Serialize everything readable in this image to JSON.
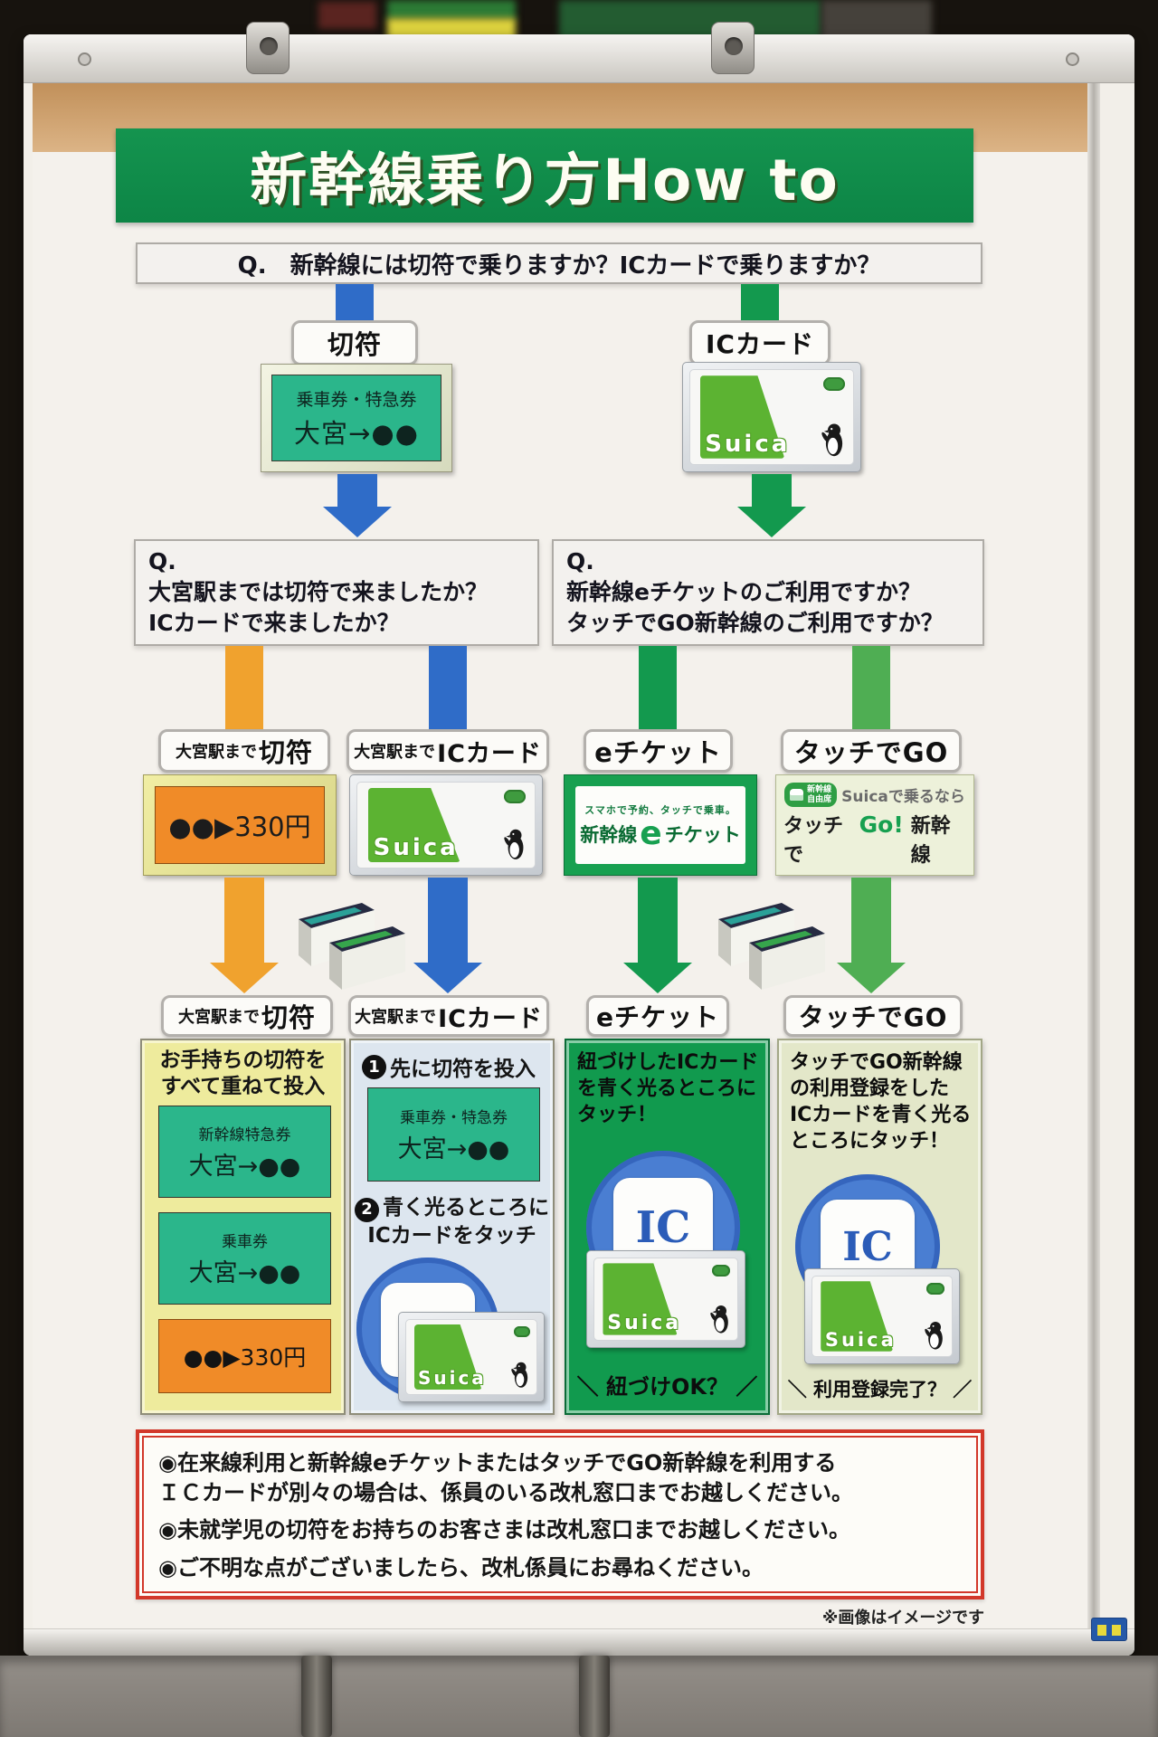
{
  "poster": {
    "title": "新幹線乗り方How to",
    "q1": "Q.　新幹線には切符で乗りますか？ICカードで乗りますか？",
    "branch_ticket": {
      "label": "切符"
    },
    "branch_ic": {
      "label": "ICカード"
    },
    "ticket_card": {
      "type": "乗車券・特急券",
      "route": "大宮→●●"
    },
    "suica": {
      "brand": "Suica"
    },
    "q2_left": {
      "prefix": "Q.",
      "line1": "大宮駅までは切符で来ましたか？",
      "line2": "ICカードで来ましたか？"
    },
    "q2_right": {
      "prefix": "Q.",
      "line1": "新幹線eチケットのご利用ですか？",
      "line2": "タッチでGO新幹線のご利用ですか？"
    },
    "branch_labels": {
      "omiya_ticket": {
        "prefix": "大宮駅まで",
        "main": "切符"
      },
      "omiya_ic": {
        "prefix": "大宮駅まで",
        "main": "ICカード"
      },
      "eticket": "eチケット",
      "touchgo": "タッチでGO"
    },
    "fare_ticket": "●●▶330円",
    "eticket_card": {
      "tagline": "スマホで予約、タッチで乗車。",
      "brand_pre": "新幹線",
      "brand_e": "e",
      "brand_post": "チケット"
    },
    "touchgo_card": {
      "badge_line1": "新幹線",
      "badge_line2": "自由席",
      "line1": "Suicaで乗るなら",
      "line2_pre": "タッチで",
      "line2_go": "Go!",
      "line2_post": "新幹線"
    },
    "result_ticket": {
      "heading1": "お手持ちの切符を",
      "heading2": "すべて重ねて投入",
      "ticket1": {
        "type": "新幹線特急券",
        "route": "大宮→●●"
      },
      "ticket2": {
        "type": "乗車券",
        "route": "大宮→●●"
      },
      "fare": "●●▶330円"
    },
    "result_ic": {
      "step1_num": "1",
      "step1": "先に切符を投入",
      "ticket": {
        "type": "乗車券・特急券",
        "route": "大宮→●●"
      },
      "step2_num": "2",
      "step2a": "青く光るところに",
      "step2b": "ICカードをタッチ"
    },
    "result_eticket": {
      "line1": "紐づけしたICカード",
      "line2": "を青く光るところに",
      "line3": "タッチ！",
      "confirm": "＼ 紐づけOK？ ／"
    },
    "result_touchgo": {
      "line1": "タッチでGO新幹線",
      "line2": "の利用登録をした",
      "line3": "ICカードを青く光る",
      "line4": "ところにタッチ！",
      "confirm": "＼ 利用登録完了？ ／"
    },
    "ic_pad_label": "IC",
    "notice": {
      "item1_line1": "◉在来線利用と新幹線eチケットまたはタッチでGO新幹線を利用する",
      "item1_line2": "ＩＣカードが別々の場合は、係員のいる改札窓口までお越しください。",
      "item2": "◉未就学児の切符をお持ちのお客さまは改札窓口までお越しください。",
      "item3": "◉ご不明な点がございましたら、改札係員にお尋ねください。"
    },
    "footnote": "※画像はイメージです"
  },
  "colors": {
    "header_green": "#0f9150",
    "arrow_blue": "#2f6cc8",
    "arrow_green": "#13994e",
    "arrow_light_green": "#4fae53",
    "arrow_orange": "#f0a22e",
    "ticket_teal": "#2bb68b",
    "fare_orange": "#f08b28",
    "suica_green": "#5cb332",
    "eticket_green": "#17a050",
    "ic_pad_blue": "#4a7ed2",
    "notice_red": "#d2382a"
  }
}
